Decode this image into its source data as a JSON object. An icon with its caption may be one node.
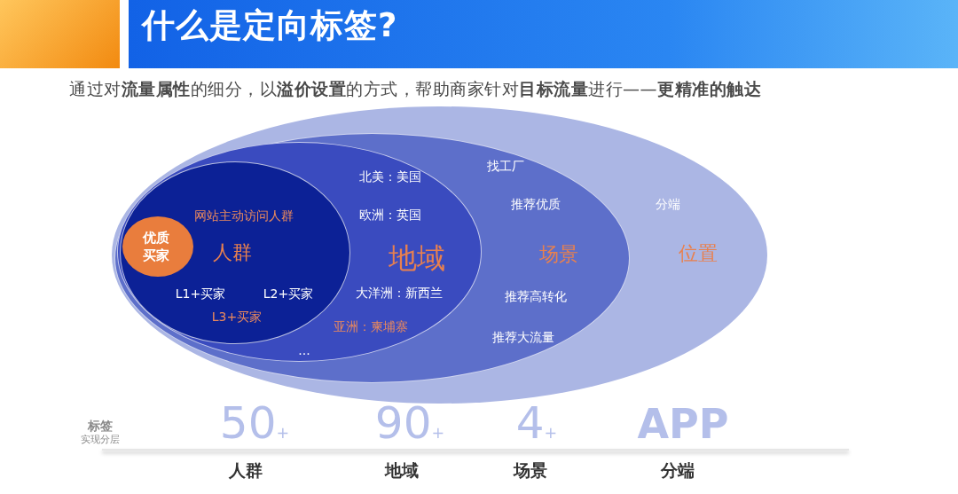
{
  "diagram": {
    "title": "什么是定向标签?",
    "nodes": [
      {
        "text": [
          "分端",
          "位置"
        ]
      },
      {
        "text": [
          "找工厂",
          "推荐优质",
          "场景",
          "推荐高转化",
          "推荐大流量"
        ],
        "in": 0
      },
      {
        "text": [
          "北美：美国",
          "欧洲：英国",
          "地域",
          "大洋洲：新西兰",
          "亚洲：柬埔寨",
          "..."
        ],
        "in": 1
      },
      {
        "text": [
          "网站主动访问人群",
          "人群",
          "L1+买家",
          "L2+买家",
          "L3+买家"
        ],
        "in": 2
      },
      {
        "text": [
          "优质买家"
        ],
        "in": 3
      }
    ],
    "labels": [
      "通过对**流量属性**的细分，以**溢价设置**的方式，帮助商家针对**目标流量**进行——**更精准的触达**",
      "标签",
      "50$_{+}$",
      "90$_{+}$",
      "4$_{+}$",
      "APP",
      "实现分层",
      "人群",
      "地域",
      "场景",
      "分端"
    ]
  }
}
